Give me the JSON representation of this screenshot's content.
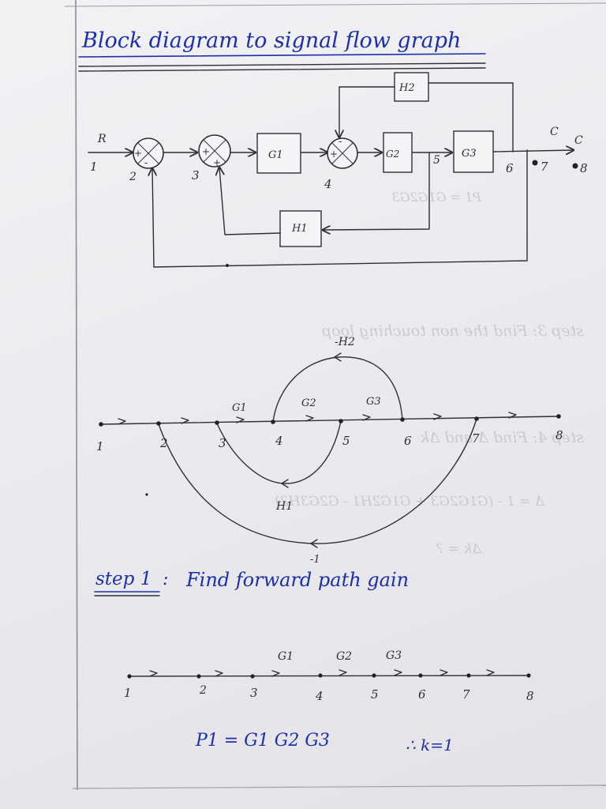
{
  "title": "Block diagram to signal flow graph",
  "block_diagram": {
    "blocks": [
      "G1",
      "G2",
      "G3",
      "H1",
      "H2"
    ],
    "input_label": "R",
    "output_labels": [
      "C",
      "C"
    ],
    "node_numbers": [
      "1",
      "2",
      "3",
      "4",
      "5",
      "6",
      "7",
      "8"
    ],
    "signs": {
      "sum1": [
        "+",
        "-"
      ],
      "sum2": [
        "+",
        "+"
      ],
      "sum3": [
        "-",
        "+"
      ]
    }
  },
  "signal_flow_graph": {
    "nodes": [
      "1",
      "2",
      "3",
      "4",
      "5",
      "6",
      "7",
      "8"
    ],
    "gains": [
      "G1",
      "G2",
      "G3",
      "-H2",
      "H1",
      "-1"
    ]
  },
  "step1": {
    "heading": "step 1",
    "separator": ":",
    "title": "Find forward path gain",
    "gains": [
      "G1",
      "G2",
      "G3"
    ],
    "nodes": [
      "1",
      "2",
      "3",
      "4",
      "5",
      "6",
      "7",
      "8"
    ],
    "result": "P1 = G1 G2 G3",
    "conclusion": "∴ k=1"
  },
  "bleed_through": [
    "P1 = G1G2G3",
    "step 3: Find the non touching loop",
    "step 4: Find Δ and Δk",
    "Δ = 1 - (G1G2G3 + G1G2H1 - G2G3H2)",
    "Δk = ?"
  ]
}
